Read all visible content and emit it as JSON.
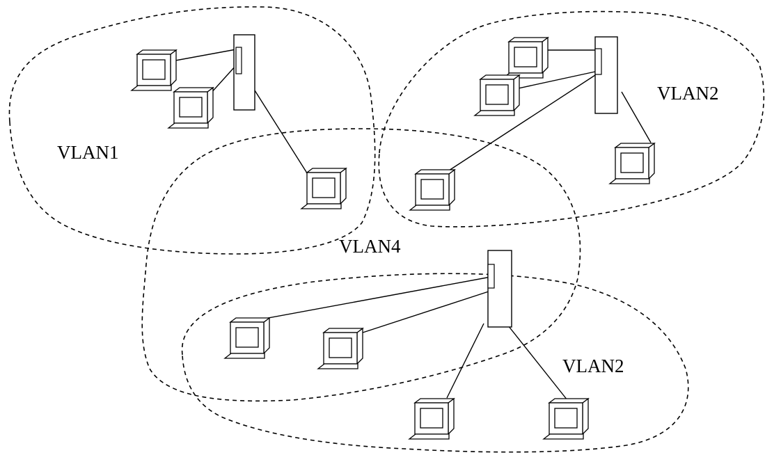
{
  "diagram": {
    "labels": {
      "vlan1": "VLAN1",
      "vlan2_top": "VLAN2",
      "vlan4": "VLAN4",
      "vlan2_bottom": "VLAN2"
    }
  }
}
